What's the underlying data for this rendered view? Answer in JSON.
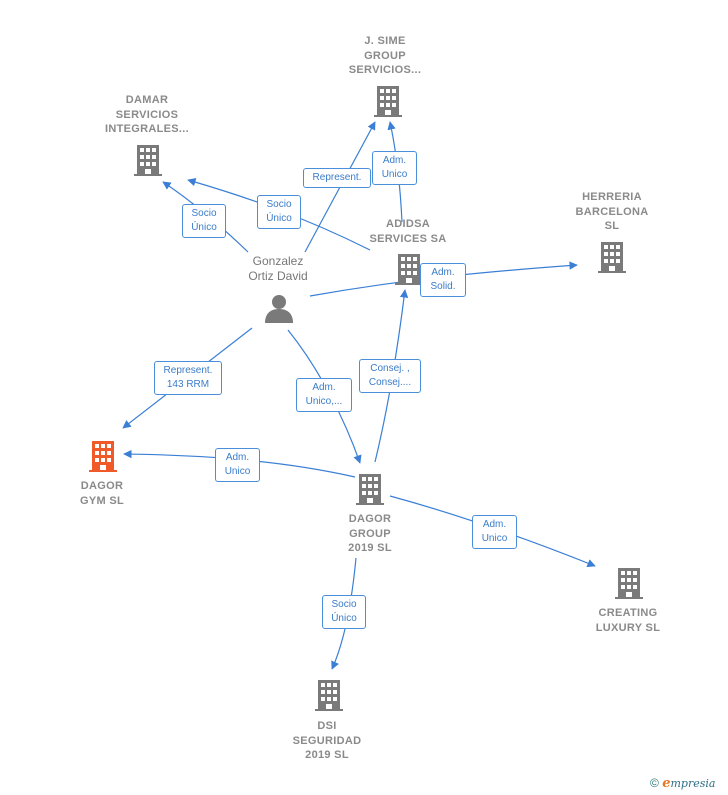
{
  "nodes": {
    "jsime": {
      "label": "J. SIME\nGROUP\nSERVICIOS..."
    },
    "damar": {
      "label": "DAMAR\nSERVICIOS\nINTEGRALES..."
    },
    "adidsa": {
      "label": "ADIDSA\nSERVICES SA"
    },
    "herreria": {
      "label": "HERRERIA\nBARCELONA\nSL"
    },
    "person": {
      "label": "Gonzalez\nOrtiz David"
    },
    "dagorgym": {
      "label": "DAGOR\nGYM  SL"
    },
    "dagorgroup": {
      "label": "DAGOR\nGROUP\n2019  SL"
    },
    "creating": {
      "label": "CREATING\nLUXURY  SL"
    },
    "dsi": {
      "label": "DSI\nSEGURIDAD\n2019  SL"
    }
  },
  "edges": {
    "represent_jsime": "Represent.",
    "adm_unico_jsime": "Adm.\nUnico",
    "socio_unico_damar": "Socio\nÚnico",
    "socio_unico_adidsa": "Socio\nÚnico",
    "adm_solid": "Adm.\nSolid.",
    "represent_143": "Represent.\n143 RRM",
    "adm_unico_person_group": "Adm.\nUnico,...",
    "consej": "Consej. ,\nConsej....",
    "adm_unico_gym": "Adm.\nUnico",
    "adm_unico_creating": "Adm.\nUnico",
    "socio_unico_dsi": "Socio\nÚnico"
  },
  "colors": {
    "building": "#7a7a7a",
    "highlight": "#f05a28",
    "edge": "#3a7fd5",
    "person": "#7a7a7a"
  },
  "footer": {
    "copyright": "©",
    "brand_e": "e",
    "brand_rest": "mpresia"
  }
}
